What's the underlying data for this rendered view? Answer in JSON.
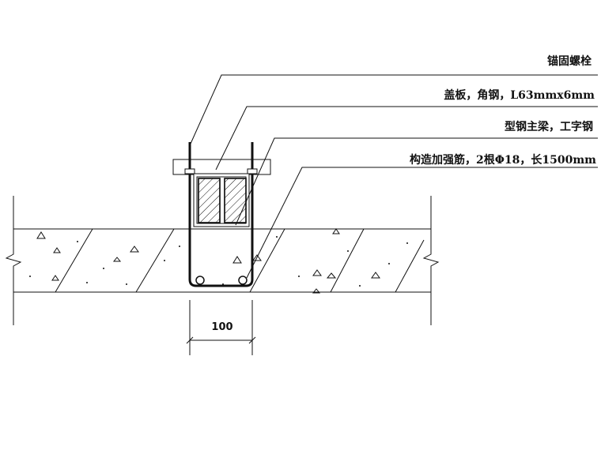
{
  "labels": {
    "anchor_bolt": "锚固螺栓",
    "cover_plate": "盖板，角钢，L63mmx6mm",
    "main_beam": "型钢主梁，工字钢",
    "rebar": "构造加强筋，2根Φ18，长1500mm"
  },
  "dimension": {
    "width_label": "100"
  }
}
